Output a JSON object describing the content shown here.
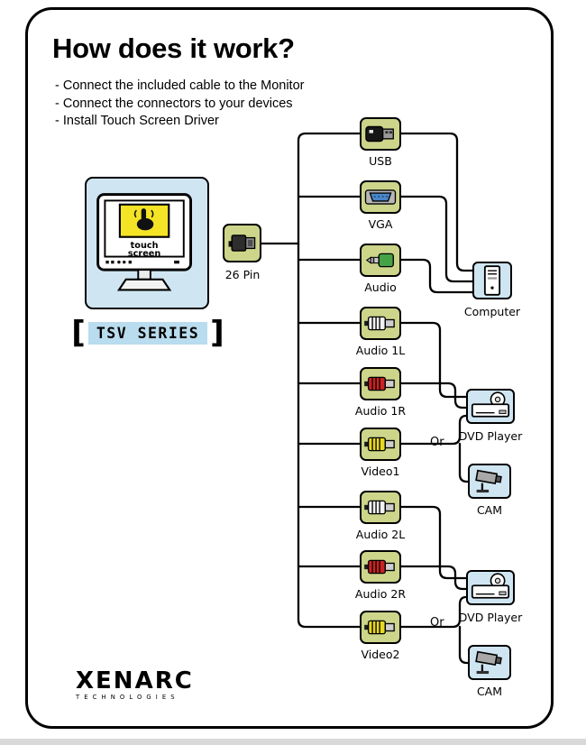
{
  "title": "How does it work?",
  "instructions": [
    "-  Connect the included cable to the Monitor",
    "-  Connect the connectors to your devices",
    "-  Install Touch Screen Driver"
  ],
  "monitor": {
    "touch_label_line1": "touch",
    "touch_label_line2": "screen",
    "series_label": "TSV SERIES",
    "bracket_left": "[",
    "bracket_right": "]"
  },
  "cable": {
    "label": "26 Pin"
  },
  "connectors": [
    {
      "id": "usb",
      "label": "USB"
    },
    {
      "id": "vga",
      "label": "VGA"
    },
    {
      "id": "audio",
      "label": "Audio"
    },
    {
      "id": "audio-1l",
      "label": "Audio 1L"
    },
    {
      "id": "audio-1r",
      "label": "Audio 1R"
    },
    {
      "id": "video-1",
      "label": "Video1"
    },
    {
      "id": "audio-2l",
      "label": "Audio 2L"
    },
    {
      "id": "audio-2r",
      "label": "Audio 2R"
    },
    {
      "id": "video-2",
      "label": "Video2"
    }
  ],
  "devices": [
    {
      "id": "computer",
      "label": "Computer"
    },
    {
      "id": "dvd-player-1",
      "label": "DVD Player"
    },
    {
      "id": "cam-1",
      "label": "CAM"
    },
    {
      "id": "dvd-player-2",
      "label": "DVD Player"
    },
    {
      "id": "cam-2",
      "label": "CAM"
    }
  ],
  "or_labels": [
    "Or",
    "Or"
  ],
  "logo": {
    "name": "XENARC",
    "subtitle": "TECHNOLOGIES"
  },
  "colors": {
    "connector_box": "#ccd58a",
    "device_box": "#cfe5f2",
    "series_label_bg": "#b9dcee",
    "touch_highlight": "#f5e426",
    "vga_blue": "#4a86c8",
    "audio_green": "#45a245",
    "rca_white": "#f2f2f2",
    "rca_red": "#cc2222",
    "rca_yellow": "#e8d81f",
    "line": "#000000"
  }
}
